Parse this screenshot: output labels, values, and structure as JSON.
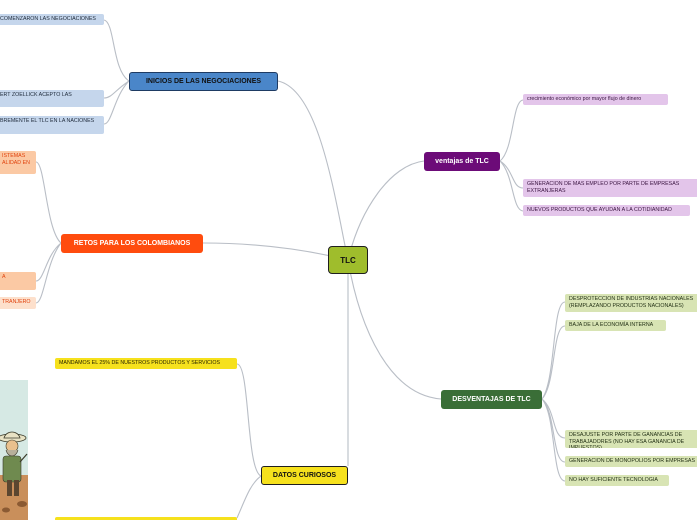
{
  "central": {
    "label": "TLC",
    "color": "#9fbd2c"
  },
  "inicios": {
    "label": "INICIOS DE LAS NEGOCIACIONES",
    "color": "#4a86c9",
    "children": [
      "COMENZARON LAS NEGOCIACIONES",
      "ERT ZOELLICK ACEPTO LAS",
      "BREMENTE EL TLC EN LA NACIONES"
    ]
  },
  "retos": {
    "label": "RETOS PARA LOS COLOMBIANOS",
    "color": "#ff4c0e",
    "children": [
      "ISTEMAS ALIDAD EN",
      "A",
      "TRANJERO"
    ]
  },
  "ventajas": {
    "label": "ventajas de TLC",
    "color": "#6c0b78",
    "children": [
      "crecimiento económico por mayor flujo de dinero",
      "GENERACION  DE MAS EMPLEO POR PARTE DE EMPRESAS EXTRANJERAS",
      "NUEVOS PRODUCTOS QUE AYUDAN A LA COTIDIANIDAD"
    ]
  },
  "desventajas": {
    "label": "DESVENTAJAS DE TLC",
    "color": "#3a6e37",
    "children": [
      "DESPROTECCION DE INDUSTRIAS NACIONALES (REMPLAZANDO PRODUCTOS NACIONALES)",
      "BAJA DE LA ECONOMÍA INTERNA",
      "DESAJUSTE POR PARTE DE GANANCIAS DE TRABAJADORES (NO HAY ESA GANANCIA DE IMPUESTOS)",
      "GENERACION DE MONOPOLIOS POR EMPRESAS",
      "NO HAY SUFICIENTE TECNOLOGIA"
    ]
  },
  "datos": {
    "label": "DATOS CURIOSOS",
    "color": "#f6e11d",
    "children": [
      "MANDAMOS EL 25% DE NUESTROS PRODUCTOS Y SERVICIOS"
    ]
  }
}
